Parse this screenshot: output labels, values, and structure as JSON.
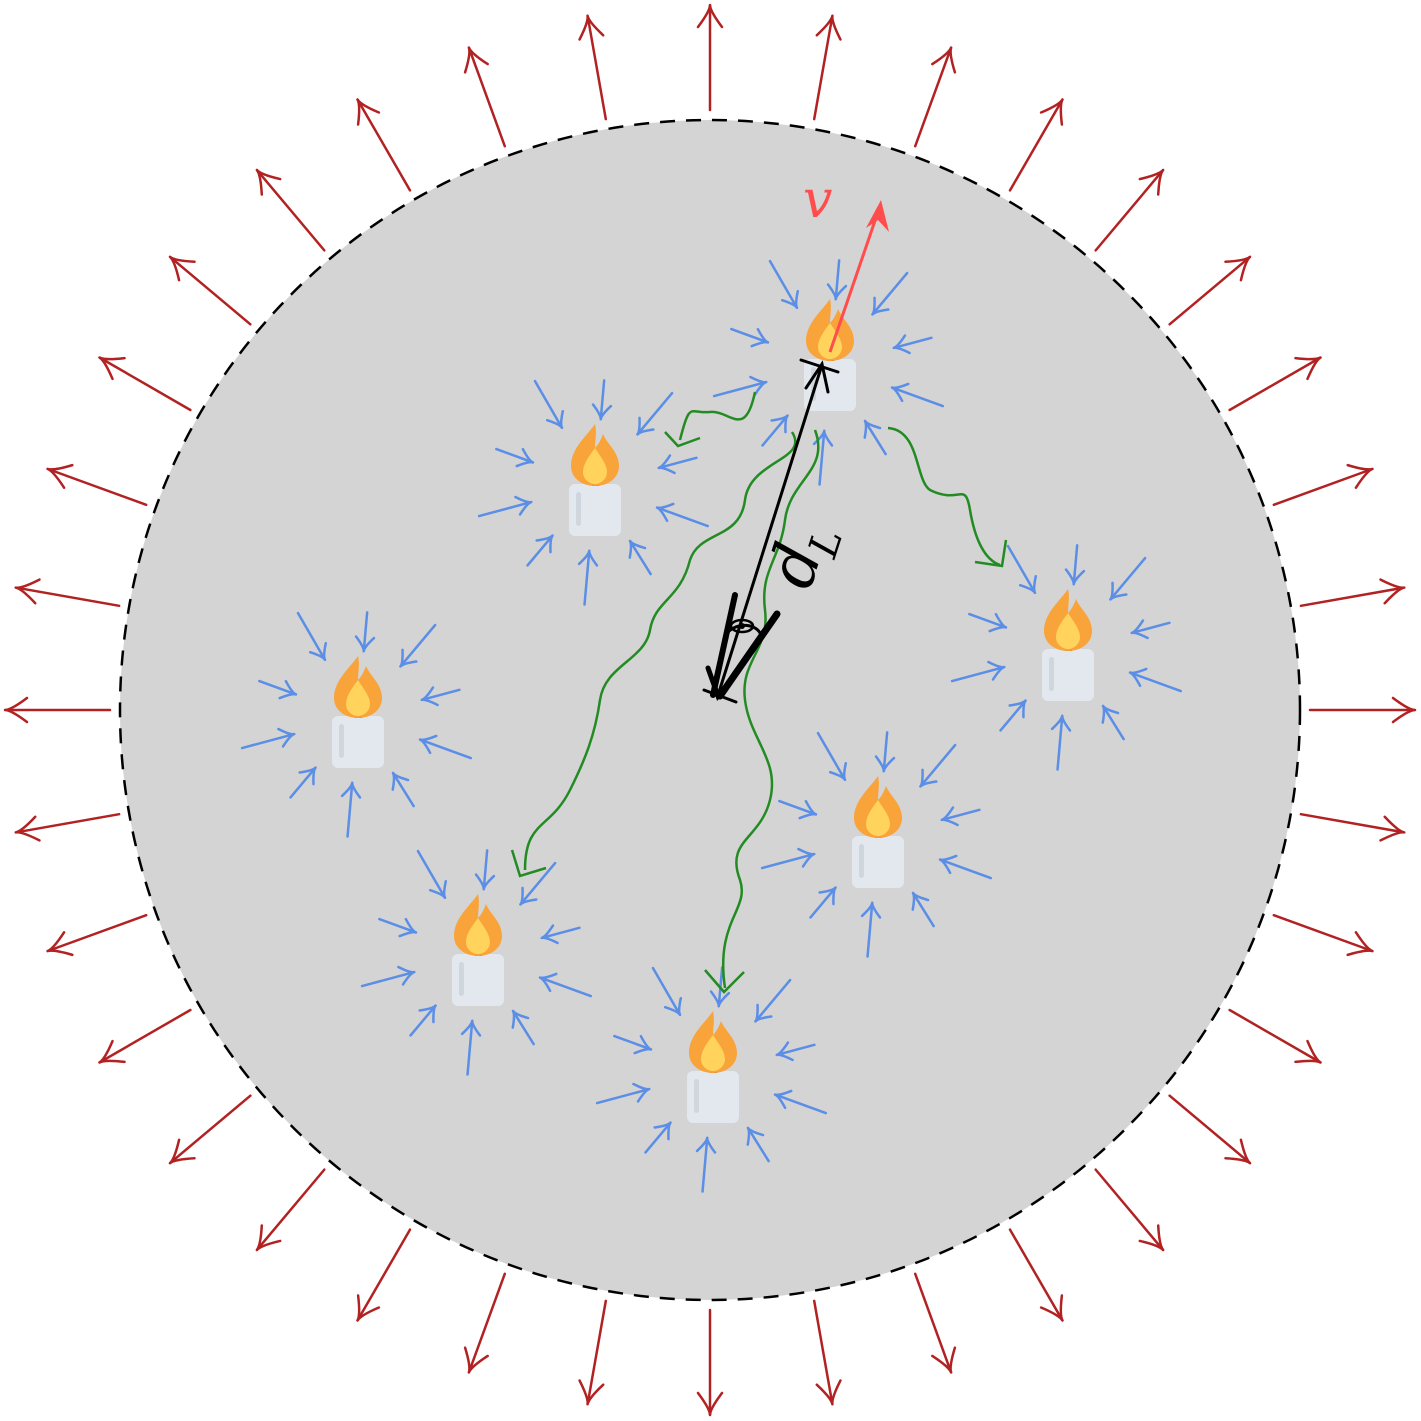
{
  "labels": {
    "velocity": "v",
    "distance": "d",
    "distance_subscript": "L"
  },
  "colors": {
    "universe_fill": "#d4d4d4",
    "universe_border": "#000000",
    "expansion_arrows": "#b22222",
    "inflow_arrows": "#5b8ee6",
    "light_waves": "#238b23",
    "velocity_arrow": "#ff4d4d",
    "distance_arrow": "#000000",
    "candle_body": "#e2e8ee",
    "candle_flame_outer": "#f9a33b",
    "candle_flame_inner": "#ffd35c",
    "candle_wick": "#6b6b6b"
  },
  "icons": {
    "source": "candle-icon",
    "observer": "eye-icon"
  },
  "candle_count": 7
}
